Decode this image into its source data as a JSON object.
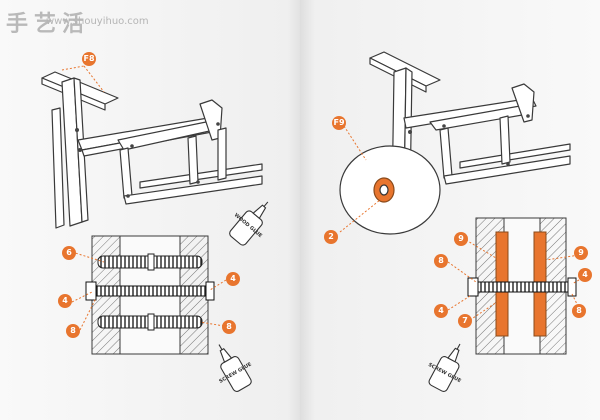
{
  "watermark": {
    "brand": "手艺活",
    "url": "www.shouyihuo.com"
  },
  "labels": {
    "left_top": "F8",
    "left_6": "6",
    "left_4a": "4",
    "left_4b": "4",
    "left_8a": "8",
    "left_8b": "8",
    "right_f9": "F9",
    "right_2": "2",
    "right_8a": "8",
    "right_9a": "9",
    "right_4a": "4",
    "right_7": "7",
    "right_9b": "9",
    "right_4b": "4",
    "right_8b": "8"
  },
  "bottles": {
    "wood_glue": "WOOD GLUE",
    "screw_glue_left": "SCREW GLUE",
    "screw_glue_right": "SCREW GLUE"
  },
  "colors": {
    "accent": "#e8752e",
    "line": "#3a3a3a"
  }
}
